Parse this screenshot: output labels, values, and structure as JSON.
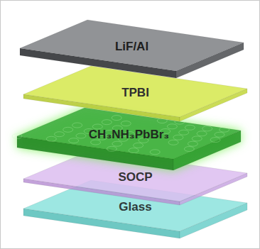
{
  "diagram": {
    "nodes": [
      {
        "text": [
          "LiF/Al"
        ]
      },
      {
        "text": [
          "TPBI"
        ]
      },
      {
        "text": [
          "CH₃NH₃PbBr₃"
        ]
      },
      {
        "text": [
          "SOCP"
        ]
      },
      {
        "text": [
          "Glass"
        ]
      }
    ]
  }
}
